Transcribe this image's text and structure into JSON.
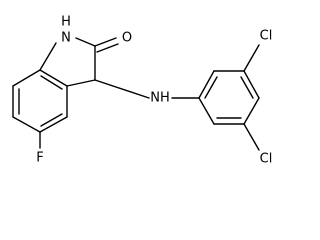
{
  "structure": {
    "atoms": {
      "nh_indole": "H\nN",
      "carbonyl_o": "O",
      "amine_nh": "NH",
      "fluorine": "F",
      "chlorine_top": "Cl",
      "chlorine_bottom": "Cl"
    }
  }
}
